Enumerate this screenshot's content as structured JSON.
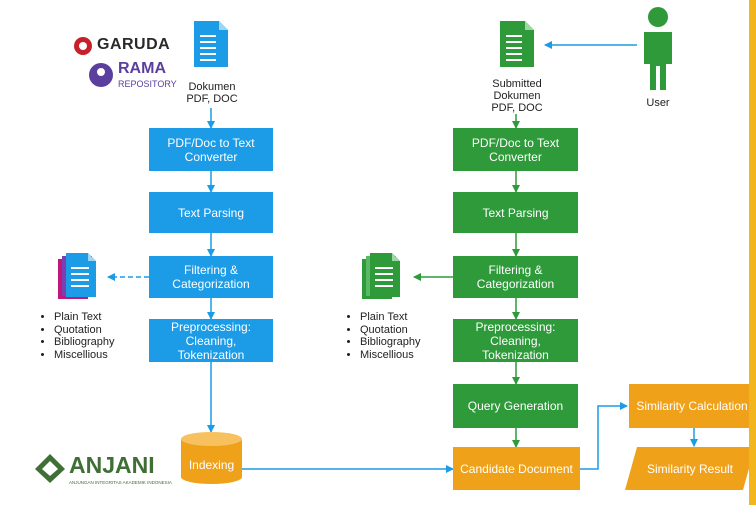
{
  "logos": {
    "garuda": "GARUDA",
    "rama": "RAMA",
    "rama_sub": "REPOSITORY",
    "anjani": "ANJANI",
    "anjani_sub": "ANJUNGAN INTEGRITAS AKADEMIK INDONESIA"
  },
  "left": {
    "doc_label_1": "Dokumen",
    "doc_label_2": "PDF, DOC",
    "converter": "PDF/Doc to Text Converter",
    "parsing": "Text Parsing",
    "filtering": "Filtering & Categorization",
    "preprocessing": "Preprocessing: Cleaning, Tokenization",
    "indexing": "Indexing",
    "categories": [
      "Plain Text",
      "Quotation",
      "Bibliography",
      "Miscellious"
    ]
  },
  "right": {
    "user": "User",
    "doc_label_1": "Submitted",
    "doc_label_2": "Dokumen",
    "doc_label_3": "PDF, DOC",
    "converter": "PDF/Doc to Text Converter",
    "parsing": "Text Parsing",
    "filtering": "Filtering & Categorization",
    "preprocessing": "Preprocessing: Cleaning, Tokenization",
    "query": "Query Generation",
    "candidate": "Candidate Document",
    "similarity_calc": "Similarity Calculation",
    "similarity_result": "Similarity Result",
    "categories": [
      "Plain Text",
      "Quotation",
      "Bibliography",
      "Miscellious"
    ]
  },
  "colors": {
    "blue": "#1c9be6",
    "green": "#2e9a3a",
    "orange": "#f0a11a"
  }
}
